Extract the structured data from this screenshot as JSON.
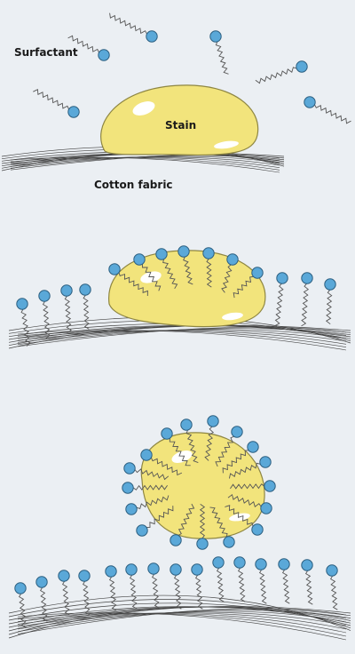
{
  "labels": {
    "surfactant": "Surfactant",
    "stain": "Stain",
    "fabric": "Cotton fabric"
  },
  "colors": {
    "background": "#ebeff3",
    "stain_fill": "#f2e47c",
    "stain_stroke": "#8e8642",
    "surfactant_head": "#5aa8d8",
    "surfactant_head_stroke": "#2c5f80",
    "surfactant_tail": "#555555",
    "fabric_thread": "#444444",
    "highlight": "#ffffff"
  },
  "icons": {
    "surfactant": "surfactant-molecule-icon",
    "stain": "stain-blob-icon",
    "fabric": "cotton-fabric-icon"
  }
}
